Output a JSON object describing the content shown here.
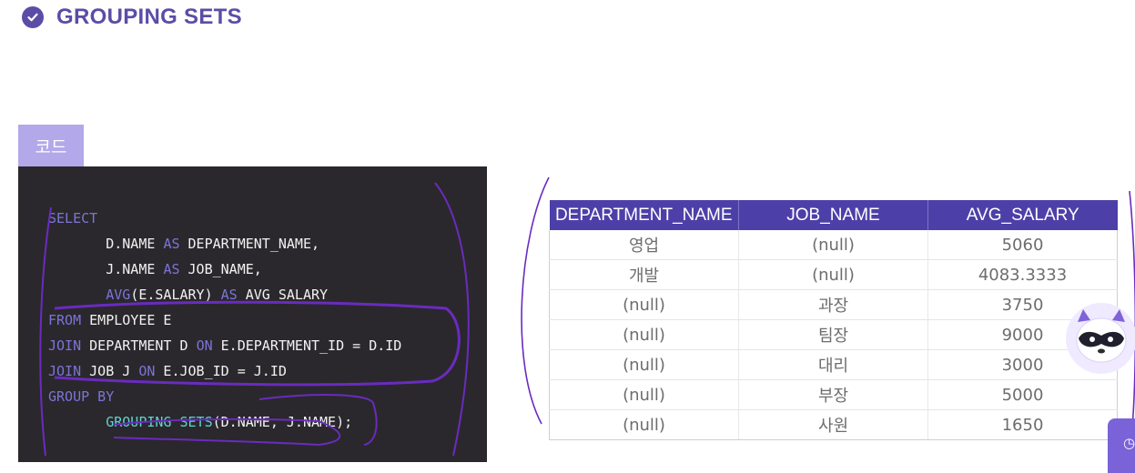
{
  "section": {
    "title": "GROUPING SETS",
    "icon": "check-circle-icon"
  },
  "code_block": {
    "tab_label": "코드",
    "lines": [
      {
        "kw": "SELECT",
        "text": ""
      },
      {
        "indent": "       ",
        "text": "D.NAME ",
        "kw": "AS",
        "rest": " DEPARTMENT_NAME,"
      },
      {
        "indent": "       ",
        "text": "J.NAME ",
        "kw": "AS",
        "rest": " JOB_NAME,"
      },
      {
        "indent": "       ",
        "fn": "AVG",
        "text": "(E.SALARY) ",
        "kw": "AS",
        "rest": " AVG_SALARY"
      },
      {
        "kw": "FROM",
        "rest": " EMPLOYEE E"
      },
      {
        "kw": "JOIN",
        "rest": " DEPARTMENT D ",
        "kw2": "ON",
        "rest2": " E.DEPARTMENT_ID = D.ID"
      },
      {
        "kw": "JOIN",
        "rest": " JOB J ",
        "kw2": "ON",
        "rest2": " E.JOB_ID = J.ID"
      },
      {
        "kw": "GROUP BY",
        "text": ""
      },
      {
        "indent": "       ",
        "fn": "GROUPING SETS",
        "rest": "(D.NAME, J.NAME);"
      }
    ]
  },
  "result_table": {
    "columns": [
      "DEPARTMENT_NAME",
      "JOB_NAME",
      "AVG_SALARY"
    ],
    "rows": [
      [
        "영업",
        "(null)",
        "5060"
      ],
      [
        "개발",
        "(null)",
        "4083.3333"
      ],
      [
        "(null)",
        "과장",
        "3750"
      ],
      [
        "(null)",
        "팀장",
        "9000"
      ],
      [
        "(null)",
        "대리",
        "3000"
      ],
      [
        "(null)",
        "부장",
        "5000"
      ],
      [
        "(null)",
        "사원",
        "1650"
      ]
    ]
  },
  "colors": {
    "accent": "#5b4da6",
    "table_header": "#4c40a8",
    "code_bg": "#2a282c",
    "keyword": "#7b74d8",
    "function": "#5fd3cf",
    "annotation": "#6a2bbf"
  },
  "floating": {
    "mascot_icon": "raccoon-mascot-icon",
    "corner_icon": "clock-icon"
  }
}
